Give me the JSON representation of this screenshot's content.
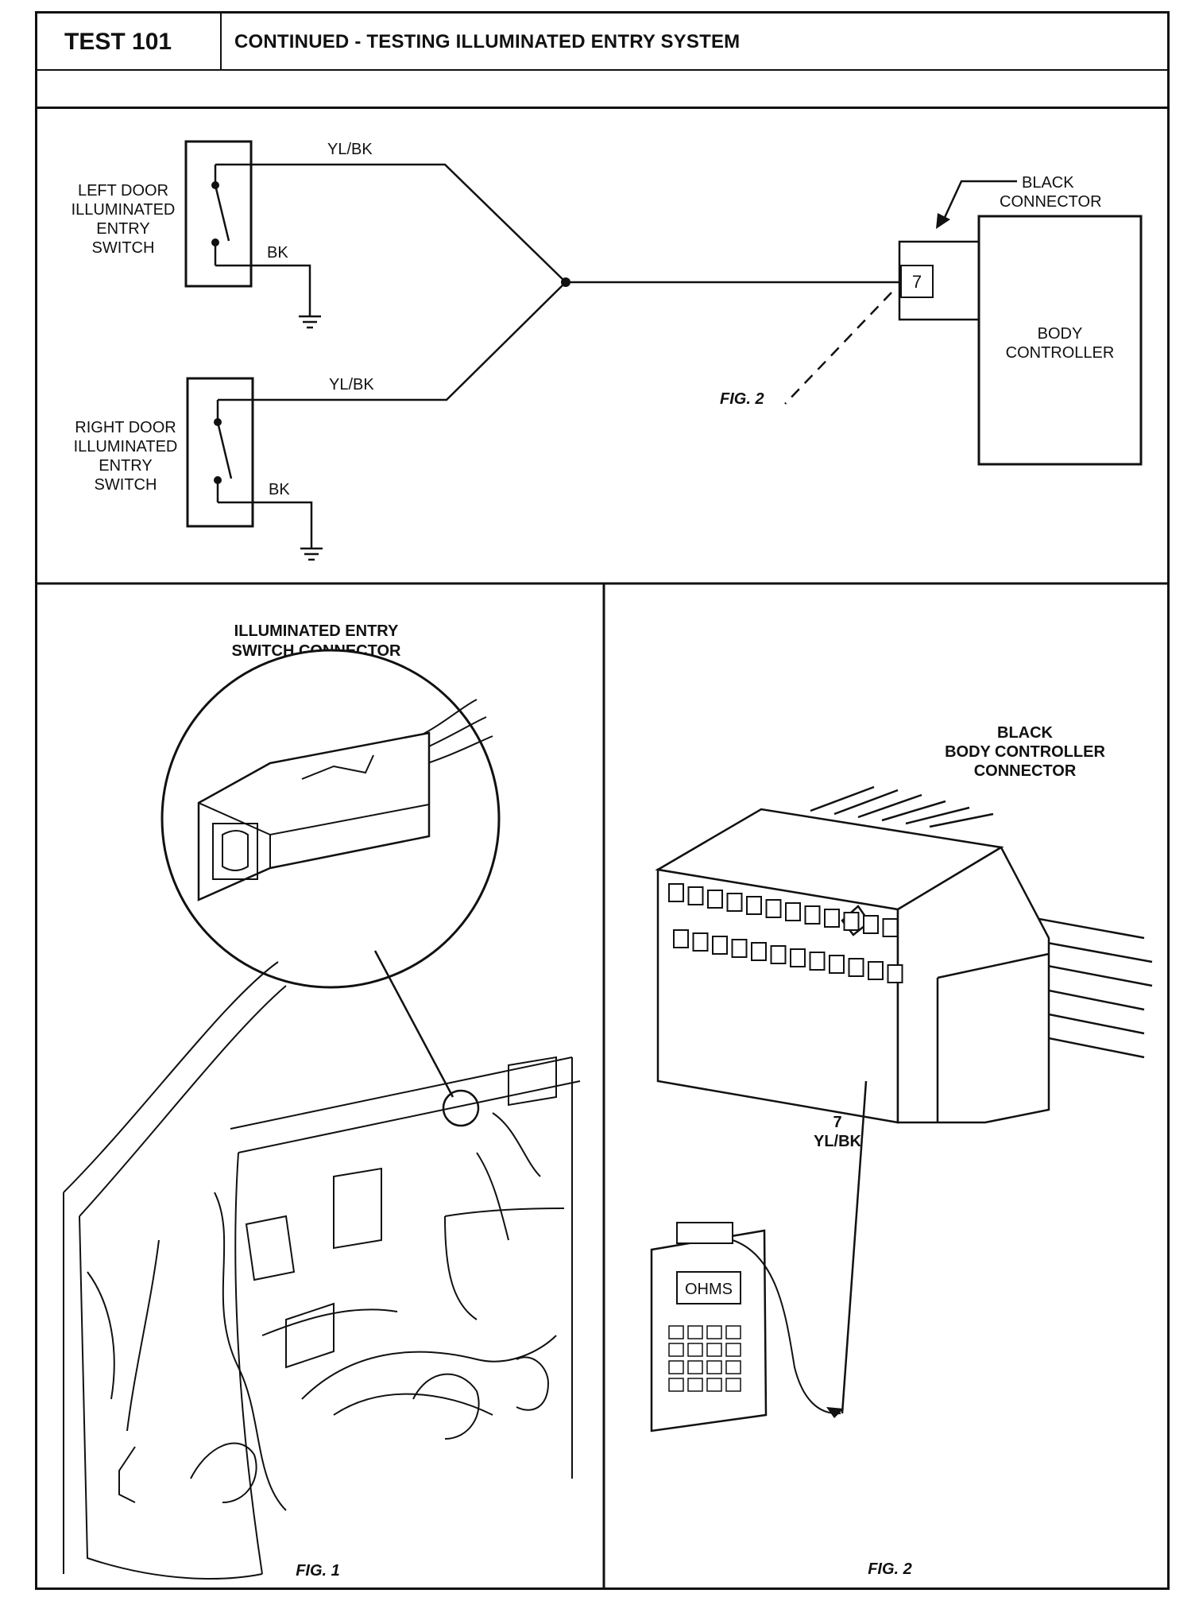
{
  "header": {
    "test_label": "TEST 101",
    "title": "CONTINUED - TESTING ILLUMINATED ENTRY SYSTEM"
  },
  "schematic": {
    "left_switch": [
      "LEFT DOOR",
      "ILLUMINATED",
      "ENTRY",
      "SWITCH"
    ],
    "right_switch": [
      "RIGHT DOOR",
      "ILLUMINATED",
      "ENTRY",
      "SWITCH"
    ],
    "wire_top_left": "YL/BK",
    "wire_top_right": "YL/BK",
    "ground_left": "BK",
    "ground_right": "BK",
    "connector_callout": [
      "BLACK",
      "CONNECTOR"
    ],
    "pin_number": "7",
    "controller": [
      "BODY",
      "CONTROLLER"
    ],
    "fig_ref": "FIG. 2"
  },
  "fig1": {
    "title": [
      "ILLUMINATED ENTRY",
      "SWITCH CONNECTOR"
    ],
    "caption": "FIG. 1"
  },
  "fig2": {
    "title": [
      "BLACK",
      "BODY CONTROLLER",
      "CONNECTOR"
    ],
    "pin_number": "7",
    "pin_wire": "YL/BK",
    "meter_display": "OHMS",
    "caption": "FIG. 2"
  }
}
